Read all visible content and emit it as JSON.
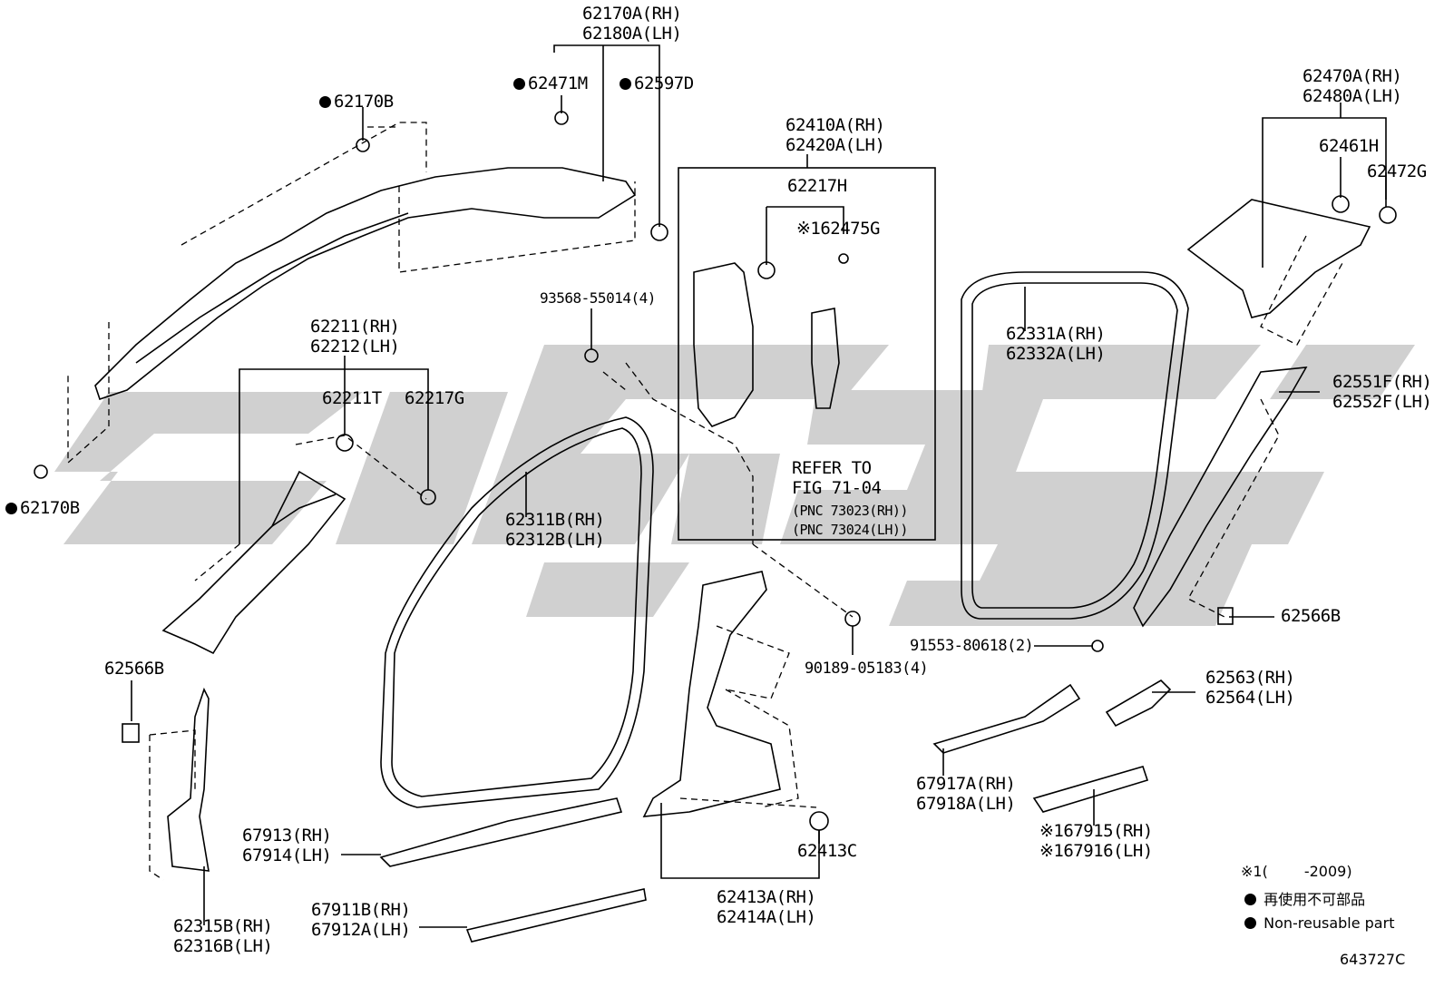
{
  "watermark": {
    "color": "#c8c8c8"
  },
  "labels": {
    "l62170a": "62170A(RH)",
    "l62180a": "62180A(LH)",
    "l62471m": "62471M",
    "l62597d": "62597D",
    "l62170b_top": "62170B",
    "l62170b_left": "62170B",
    "l62410a": "62410A(RH)",
    "l62420a": "62420A(LH)",
    "l62217h": "62217H",
    "l62475g": "62475G",
    "ref_mark_62475g": "※1",
    "l93568": "93568-55014(4)",
    "l62211": "62211(RH)",
    "l62212": "62212(LH)",
    "l62211t": "62211T",
    "l62217g": "62217G",
    "l62470a": "62470A(RH)",
    "l62480a": "62480A(LH)",
    "l62461h": "62461H",
    "l62472g": "62472G",
    "l62331a": "62331A(RH)",
    "l62332a": "62332A(LH)",
    "l62551f": "62551F(RH)",
    "l62552f": "62552F(LH)",
    "refer1": "REFER TO",
    "refer2": "FIG 71-04",
    "pnc1": "(PNC 73023(RH))",
    "pnc2": "(PNC 73024(LH))",
    "l62311b": "62311B(RH)",
    "l62312b": "62312B(LH)",
    "l62566b_left": "62566B",
    "l62566b_right": "62566B",
    "l90189": "90189-05183(4)",
    "l91553": "91553-80618(2)",
    "l62563": "62563(RH)",
    "l62564": "62564(LH)",
    "l67917a": "67917A(RH)",
    "l67918a": "67918A(LH)",
    "l67915": "67915(RH)",
    "l67916": "67916(LH)",
    "ref_mark_67915": "※1",
    "ref_mark_67916": "※1",
    "l67913": "67913(RH)",
    "l67914": "67914(LH)",
    "l62413c": "62413C",
    "l62413a": "62413A(RH)",
    "l62414a": "62414A(LH)",
    "l67911b": "67911B(RH)",
    "l67912a": "67912A(LH)",
    "l62315b": "62315B(RH)",
    "l62316b": "62316B(LH)"
  },
  "legend": {
    "note1_mark": "※1(",
    "note1_value": "-2009)",
    "nonreusable_ja": "再使用不可部品",
    "nonreusable_en": "Non-reusable part"
  },
  "figure_id": "643727C"
}
